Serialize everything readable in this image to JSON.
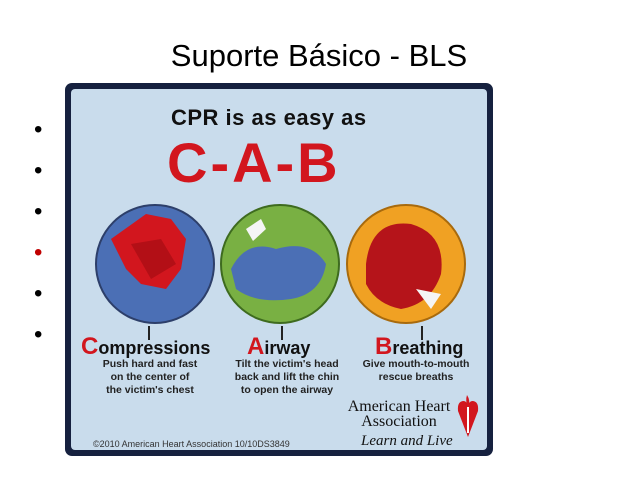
{
  "slide": {
    "title": "Suporte Básico - BLS",
    "bullets": [
      "•",
      "•",
      "•",
      "•",
      "•",
      "•"
    ]
  },
  "poster": {
    "headline": "CPR is as easy as",
    "acronym": "C-A-B",
    "steps": [
      {
        "initial": "C",
        "rest": "ompressions",
        "description_lines": [
          "Push hard and fast",
          "on the center of",
          "the victim's chest"
        ]
      },
      {
        "initial": "A",
        "rest": "irway",
        "description_lines": [
          "Tilt the victim's head",
          "back and lift the chin",
          "to open the airway"
        ]
      },
      {
        "initial": "B",
        "rest": "reathing",
        "description_lines": [
          "Give mouth-to-mouth",
          "rescue breaths"
        ]
      }
    ],
    "organization_line1": "American Heart",
    "organization_line2": "Association",
    "tagline": "Learn and Live",
    "copyright": "©2010 American Heart Association 10/10DS3849"
  },
  "colors": {
    "accent_red": "#d2161e",
    "poster_border": "#16213f",
    "poster_bg": "#c9dcec",
    "circle_blue": "#4b6fb5",
    "circle_green": "#79b043",
    "circle_orange": "#f0a123",
    "bullet_highlight": "#c00000"
  }
}
